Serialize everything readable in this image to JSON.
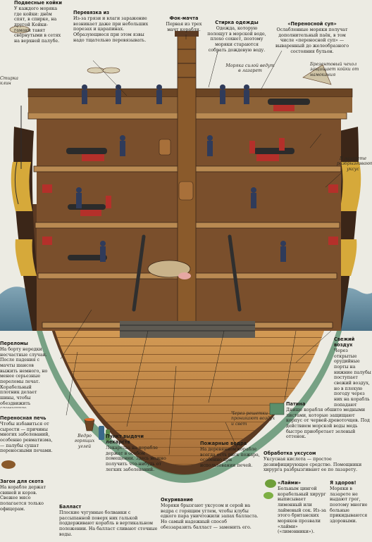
{
  "colors": {
    "page_bg": "#ecebe3",
    "hull_dark": "#3b2618",
    "hull_mid": "#7a4f2c",
    "hull_light": "#b98a52",
    "wale_yellow": "#d6a93a",
    "bilge_planks": "#c88f4b",
    "gunport_red": "#b4302a",
    "sea": "#4e7f9a",
    "patina": "#5a8f6b",
    "lime": "#6f9f3a"
  },
  "icons": {
    "hammock": "hammock-icon",
    "patina_swatch": "patina-swatch-icon",
    "lime_fruit": "lime-icon",
    "medicine_bottles": "bottles-icon",
    "bucket": "bucket-icon",
    "pig": "pig-icon",
    "cow": "cow-icon"
  },
  "labels": {
    "hammocks": {
      "heading": "Подвесные койки",
      "body": "У каждого моряка где койки: днём спят, в спирке, на другой Койки-гамаки тавят свёрнутыми в сетях на верхней палубе."
    },
    "dressing": {
      "heading": "Перевязка из",
      "body": "Из-за грязи и влаги заражение возникает даже при небольших порезах и царапинах. Образующиеся при этом язвы надо тщательно перевязывать."
    },
    "topmast": {
      "heading": "Фок-мачта",
      "body": "Первая из трех мачт корабля."
    },
    "drying": {
      "heading": "Стирка одежды",
      "body": "Одежда, которую полощут в морской воде, плохо сохнет, поэтому моряки стараются собрать дождевую воду."
    },
    "portable_soup": {
      "heading": "«Переносной суп»",
      "body": "Ослабленные моряки получат дополнительный паёк, в том числе «переносной суп» — вываренный до желеобразного состояния бульон."
    },
    "sick_to_sickbay": "Моряка силой ведут в лазарет",
    "tarpaulin": "Брезентовый чехол защищает койки от намокания",
    "storm_hook": "Стирка клин",
    "sickbay": "В лазарете разбрызгивают уксус",
    "fresh_air": {
      "heading": "Свежий воздух",
      "body": "Через открытые орудийные порты на нижние палубы поступает свежий воздух, но в плохую погоду через них на корабль попадают дождь и солёные брызги, если не задраить порты крышками."
    },
    "patina": {
      "heading": "Патина",
      "body": "Днище корабля обшито медными листами, которые защищают корпус от червей-древоточцев. Под действием морской воды медь быстро приобретает зеленый оттенок."
    },
    "vinegar": {
      "heading": "Обработка уксусом",
      "body": "Уксусная кислота — простое дезинфицирующее средство. Помощники хирурга разбрызгивают ее по лазарету."
    },
    "limey": {
      "heading": "«Лайми»",
      "body": "Больным цингой корабельный хирург выписывает лимонный или лаймовый сок. Из-за этого британских моряков прозвали «лайми» («лимонники»)."
    },
    "healthy": {
      "heading": "Я здоров!",
      "body": "Моряки в лазарете не выдают грог, поэтому многие больные прикидываются здоровыми."
    },
    "fumigation": {
      "heading": "Окуривание",
      "body": "Моряки брызгают уксусом и серой на ведра с горящим углем, чтобы клубы едкого пара уничтожили запах балласта. Но самый надежный способ обеззаразить балласт — заменить его."
    },
    "fire_buckets": {
      "heading": "Пожарные ведра",
      "body": "На деревянном корабле всегда есть риск пожара, особенно при использовании печей."
    },
    "through_grating": "Через решетки проникают воздух и свет",
    "medicine": {
      "heading": "Пункт выдачи лекарств",
      "body": "Лекарства на корабле держат в особом помещении. Здесь можно получить что-нибудь от легких заболеваний."
    },
    "bucket_caption": "Ведро горящих углей",
    "ruptures": {
      "heading": "Переломы",
      "body": "На борту нередки несчастные случаи. После падения с мачты шансов выжить немного, но менее серьезные переломы лечат. Корабельный плотник делает шины, чтобы обездвижить сломанную конечность, пока та срастается."
    },
    "ventilation": {
      "heading": "Переносная печь",
      "body": "Чтобы избавиться от сырости — причины многих заболеваний, особенно ревматизма, — палубы сушат переносными печами."
    },
    "livestock": {
      "heading": "Загон для скота",
      "body": "На корабле держат свиней и коров. Свежее мясо полагается только офицерам."
    },
    "ballast": {
      "heading": "Балласт",
      "body": "Плоские чугунные болванки с рассыпанной поверх них галькой поддерживают корабль в вертикальном положении. На балласт сливают сточные воды."
    }
  }
}
